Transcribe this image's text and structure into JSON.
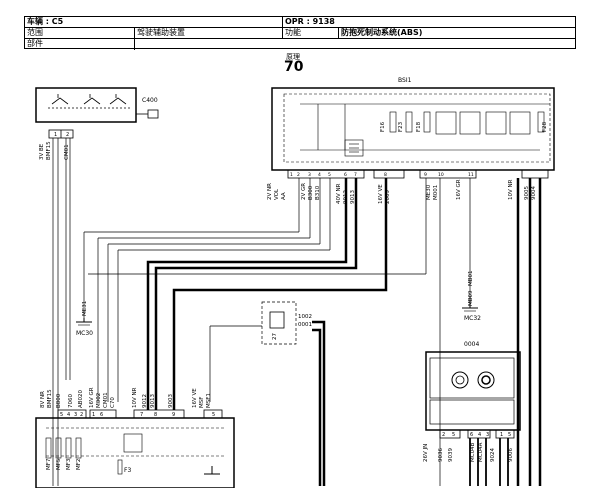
{
  "header": {
    "vehicle": "车辆 : C5",
    "opr": "OPR : 9138",
    "scope_label": "范围",
    "scope_value": "驾驶辅助装置",
    "function_label": "功能",
    "function_value": "防抱死制动系统(ABS)",
    "part_label": "部件"
  },
  "page": {
    "title_label": "原理",
    "title_number": "70"
  },
  "components": {
    "c400": "C400",
    "bsi1": "BSI1",
    "c0004": "0004",
    "fuse_f16": "F16",
    "fuse_f23": "F23",
    "fuse_f18": "F18",
    "fuse_f28": "F28",
    "fuse_f3": "F3",
    "ground_mc30": "MC30",
    "ground_mc32": "MC32",
    "ground_me31": "ME31",
    "ground_mb09": "MB09",
    "label_mb01": "MB01"
  },
  "connectors": {
    "c400_conn": "3V BE",
    "c400_pin_a": "BMF15",
    "c400_pin_b": "CM01",
    "bsi_a_color": "2V NR",
    "bsi_a_code": "VOL",
    "bsi_a_wire": "AA",
    "bsi_b_color": "2V GR",
    "bsi_b_code": "B300",
    "bsi_b_wire": "B310",
    "bsi_c_color": "40V NR",
    "bsi_c_code": "9012",
    "bsi_c_wire": "9013",
    "bsi_d_color": "16V VE",
    "bsi_d_code": "2009",
    "bsi_e_color": "ME30",
    "bsi_e_code": "M001",
    "bsi_f_color": "16V GR",
    "bsi_g_color": "10V NR",
    "bsi_g_code": "9005",
    "bsi_g_wire": "9004",
    "mid_a": "8V NR",
    "mid_a2": "BMF15",
    "mid_b": "B800",
    "mid_c": "7060",
    "mid_d": "AB020",
    "mid_e": "16V GR",
    "mid_e2": "M002",
    "mid_e3": "CM01",
    "mid_e4": "C70",
    "mid_f": "10V NR",
    "mid_f2": "9012",
    "mid_f3": "9013",
    "mid_g": "9003",
    "mid_h": "16V VE",
    "mid_h2": "MSF",
    "mid_h3": "MSF1",
    "relay_a": "1002",
    "relay_b": "0001",
    "relay_c": "27",
    "bot_a": "26V JN",
    "bot_b": "9036",
    "bot_c": "9039",
    "bot_d": "MC04B",
    "bot_e": "MC04A",
    "bot_f": "9024",
    "bot_g": "9006",
    "mf7": "MF7",
    "mf5": "MF5",
    "mf3": "MF3",
    "mf2": "MF2"
  },
  "pin_numbers": {
    "c400_pins": [
      "1",
      "2"
    ],
    "mid_pins": [
      "5",
      "4",
      "3",
      "2",
      "1",
      "6",
      "7",
      "8",
      "9",
      "5"
    ],
    "bsi_pins": [
      "1",
      "2",
      "3",
      "4",
      "5",
      "6",
      "7",
      "8",
      "9",
      "10",
      "11"
    ],
    "bot_pins": [
      "2",
      "5",
      "6",
      "4",
      "3",
      "1",
      "5"
    ]
  }
}
